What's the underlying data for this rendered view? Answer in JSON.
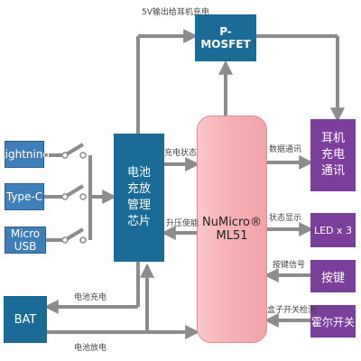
{
  "sources": [
    "Lightning",
    "Type-C",
    "Micro USB"
  ],
  "bat": "BAT",
  "charger_ic": "电池充放管理芯片",
  "pmosfet": "P-MOSFET",
  "mcu": {
    "line1": "NuMicro®",
    "line2": "ML51"
  },
  "right_blocks": {
    "earphone": "耳机充电通讯",
    "led": "LED x 3",
    "key": "按键",
    "hall": "霍尔开关"
  },
  "labels": {
    "five_v": "5V输出给耳机充电",
    "charge_status": "充电状态",
    "boost_enable": "升压使能",
    "data_comm": "数据通讯",
    "status_display": "状态显示",
    "key_signal": "按键信号",
    "box_detect": "盒子开关检测",
    "bat_charge": "电池充电",
    "bat_discharge": "电池放电"
  },
  "colors": {
    "source_blue": "#3f7fb9",
    "ic_teal": "#1a6b96",
    "block_purple": "#7a3f9b",
    "mcu_pink": "#f7b3b7",
    "arrow_gray": "#8c8c8c"
  }
}
